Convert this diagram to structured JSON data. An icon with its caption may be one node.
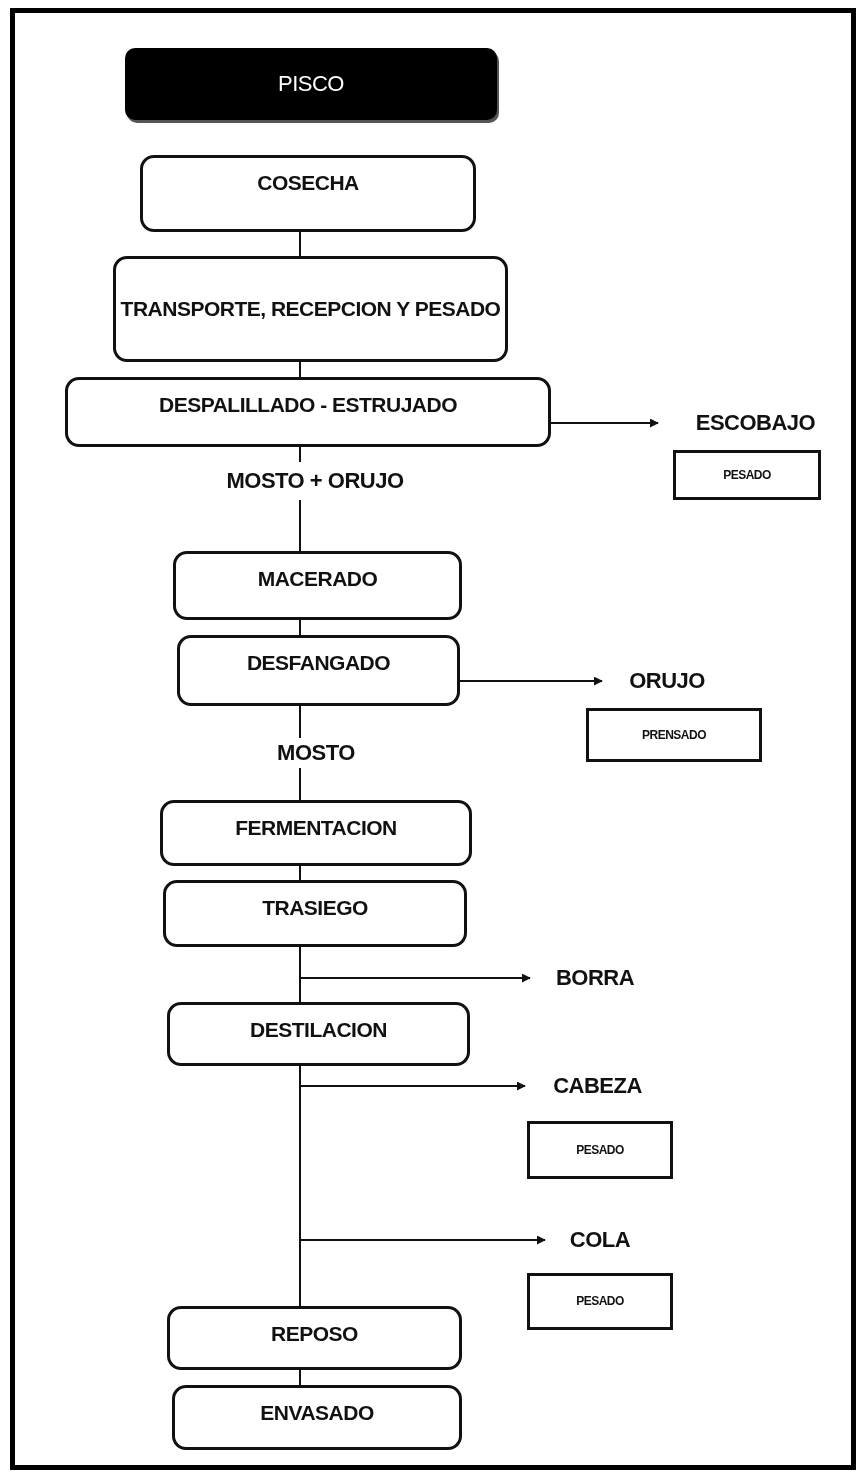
{
  "diagram": {
    "nodes": [
      {
        "text": [
          "PISCO"
        ]
      },
      {
        "text": [
          "COSECHA"
        ]
      },
      {
        "text": [
          "TRANSPORTE, RECEPCION Y PESADO"
        ]
      },
      {
        "text": [
          "DESPALILLADO - ESTRUJADO"
        ]
      },
      {
        "text": [
          "ESCOBAJO"
        ]
      },
      {
        "text": [
          "PESADO"
        ]
      },
      {
        "text": [
          "MOSTO + ORUJO"
        ]
      },
      {
        "text": [
          "MACERADO"
        ]
      },
      {
        "text": [
          "DESFANGADO"
        ]
      },
      {
        "text": [
          "ORUJO"
        ]
      },
      {
        "text": [
          "PRENSADO"
        ]
      },
      {
        "text": [
          "MOSTO"
        ]
      },
      {
        "text": [
          "FERMENTACION"
        ]
      },
      {
        "text": [
          "TRASIEGO"
        ]
      },
      {
        "text": [
          "BORRA"
        ]
      },
      {
        "text": [
          "DESTILACION"
        ]
      },
      {
        "text": [
          "CABEZA"
        ]
      },
      {
        "text": [
          "PESADO"
        ]
      },
      {
        "text": [
          "COLA"
        ]
      },
      {
        "text": [
          "PESADO"
        ]
      },
      {
        "text": [
          "REPOSO"
        ]
      },
      {
        "text": [
          "ENVASADO"
        ]
      }
    ],
    "edges": [
      {
        "from": 1,
        "to": 2,
        "arrow": "none"
      },
      {
        "from": 2,
        "to": 3,
        "arrow": "none"
      },
      {
        "from": 3,
        "to": 4,
        "arrow": "to"
      },
      {
        "from": 3,
        "to": 6,
        "arrow": "none"
      },
      {
        "from": 6,
        "to": 7,
        "arrow": "none"
      },
      {
        "from": 7,
        "to": 8,
        "arrow": "none"
      },
      {
        "from": 8,
        "to": 9,
        "arrow": "to"
      },
      {
        "from": 8,
        "to": 11,
        "arrow": "none"
      },
      {
        "from": 11,
        "to": 12,
        "arrow": "none"
      },
      {
        "from": 12,
        "to": 13,
        "arrow": "none"
      },
      {
        "from": 13,
        "to": 14,
        "arrow": "to"
      },
      {
        "from": 13,
        "to": 15,
        "arrow": "none"
      },
      {
        "from": 15,
        "to": 16,
        "arrow": "to"
      },
      {
        "from": 15,
        "to": 18,
        "arrow": "to"
      },
      {
        "from": 15,
        "to": 20,
        "arrow": "none"
      },
      {
        "from": 20,
        "to": 21,
        "arrow": "none"
      }
    ]
  }
}
